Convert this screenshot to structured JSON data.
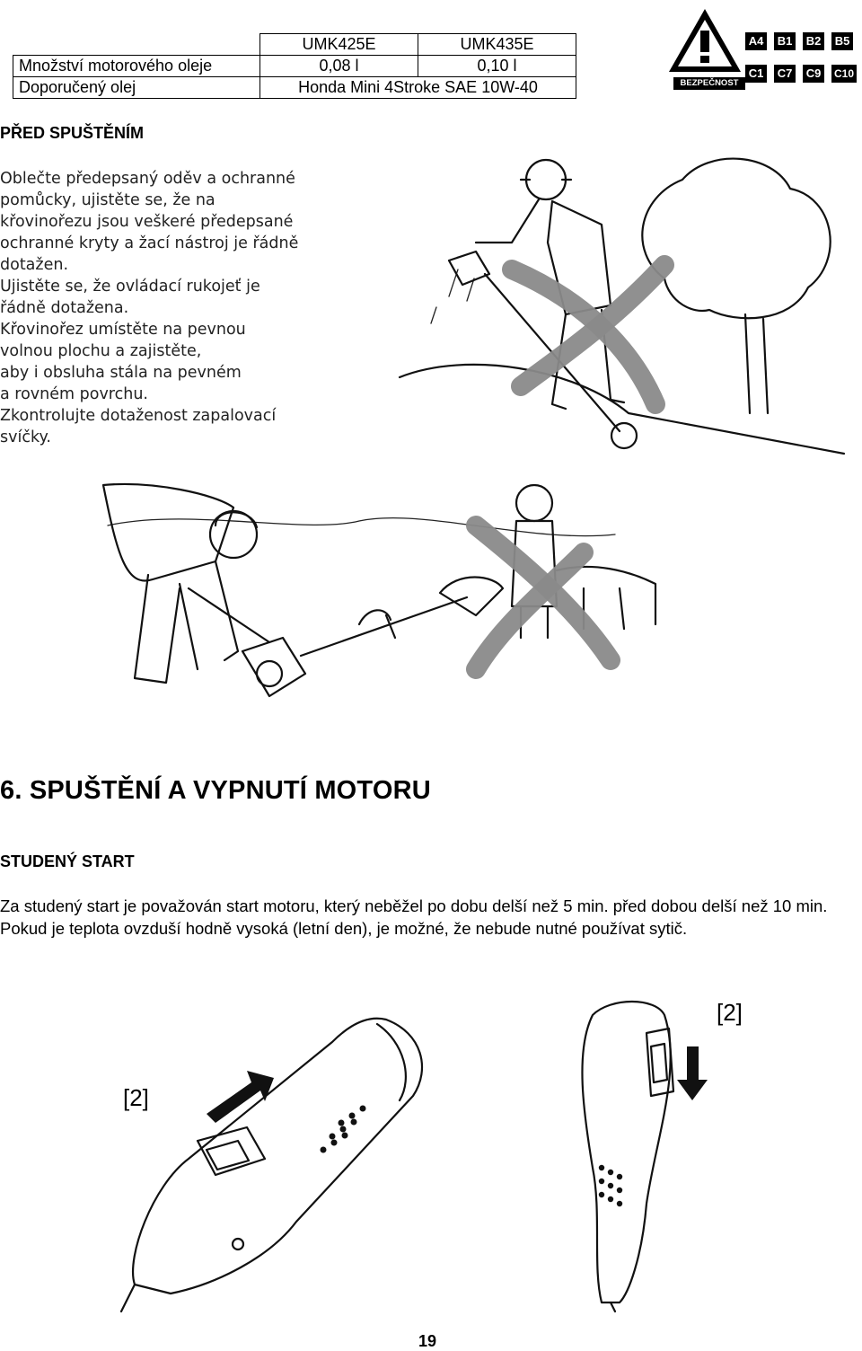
{
  "oil_table": {
    "models": [
      "UMK425E",
      "UMK435E"
    ],
    "rows": [
      {
        "label": "Množství motorového oleje",
        "values": [
          "0,08 l",
          "0,10 l"
        ]
      },
      {
        "label": "Doporučený olej",
        "value": "Honda Mini 4Stroke SAE 10W-40"
      }
    ]
  },
  "safety_badge": {
    "caption": "BEZPEČNOST",
    "codes": [
      "A4",
      "B1",
      "B2",
      "B5",
      "C1",
      "C7",
      "C9",
      "C10"
    ]
  },
  "before_start": {
    "heading": "PŘED SPUŠTĚNÍM",
    "lines": [
      "Oblečte předepsaný oděv a ochranné",
      "pomůcky, ujistěte se, že na",
      "křovinořezu jsou veškeré předepsané",
      "ochranné kryty a žací nástroj je řádně",
      "dotažen.",
      "Ujistěte se, že ovládací rukojeť je",
      "řádně dotažena.",
      "Křovinořez umístěte na pevnou",
      "volnou plochu a zajistěte,",
      "aby i obsluha stála na pevném",
      "a rovném povrchu.",
      "Zkontrolujte dotaženost zapalovací",
      "svíčky."
    ]
  },
  "chapter": {
    "title": "6. SPUŠTĚNÍ A VYPNUTÍ MOTORU"
  },
  "cold_start": {
    "heading": "STUDENÝ START",
    "paragraphs": [
      "Za studený start je považován start motoru, který neběžel po dobu delší než 5 min. před dobou delší než 10 min.",
      "Pokud je teplota ovzduší hodně vysoká (letní den), je možné, že nebude nutné používat sytič."
    ]
  },
  "figure_labels": {
    "left_switch": "[2]",
    "right_switch": "[2]"
  },
  "page_number": "19",
  "colors": {
    "cross": "#8a8a8a",
    "badge_bg": "#000000"
  }
}
